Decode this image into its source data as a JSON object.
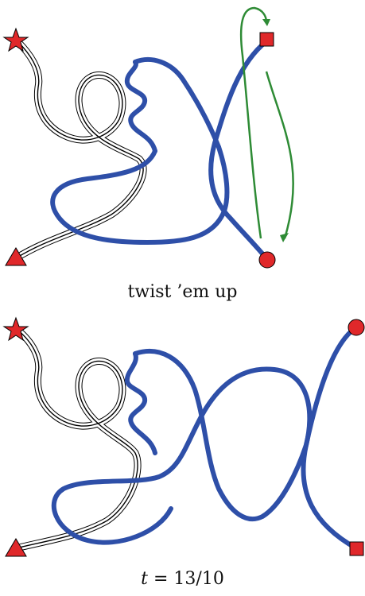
{
  "captions": {
    "top": "twist ’em up",
    "bottom_var": "t",
    "bottom_rest": " = 13/10"
  },
  "colors": {
    "blue_strand": "#2e4fa8",
    "marker_red": "#e0282a",
    "arrow_green": "#2e8b35",
    "ribbon": "#000000"
  },
  "markers": [
    "star",
    "triangle",
    "square",
    "circle"
  ]
}
